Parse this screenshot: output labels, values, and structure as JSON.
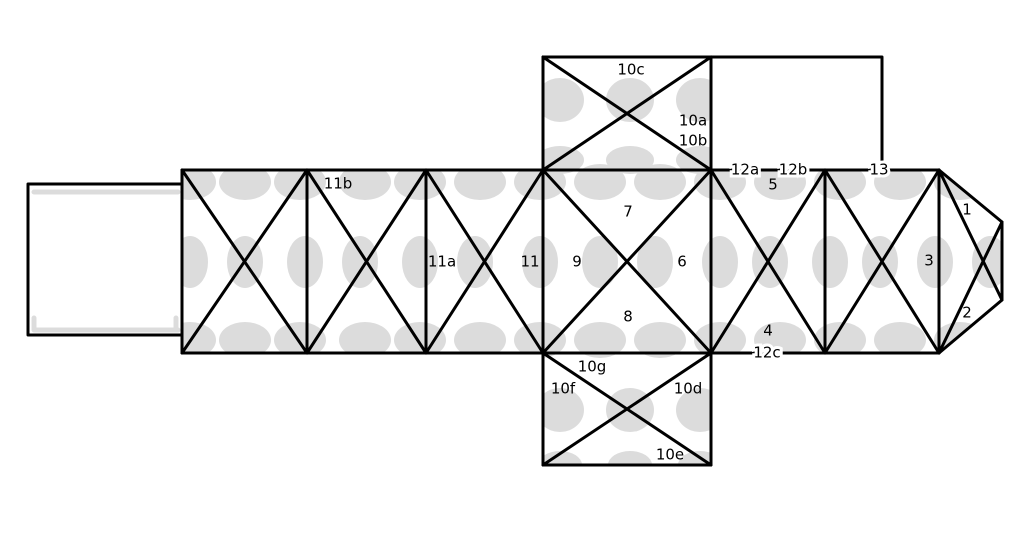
{
  "diagram": {
    "title": "Box net with numbered folding panels",
    "colors": {
      "line": "#000000",
      "dots": "#dcdcdc",
      "background": "#ffffff"
    },
    "labels": {
      "l10c": "10c",
      "l10a": "10a",
      "l10b": "10b",
      "l12a": "12a",
      "l12b": "12b",
      "l13": "13",
      "l5": "5",
      "l11b": "11b",
      "l11a": "11a",
      "l11": "11",
      "l9": "9",
      "l7": "7",
      "l6": "6",
      "l8": "8",
      "l3": "3",
      "l1": "1",
      "l2": "2",
      "l4": "4",
      "l12c": "12c",
      "l10g": "10g",
      "l10f": "10f",
      "l10d": "10d",
      "l10e": "10e"
    }
  }
}
